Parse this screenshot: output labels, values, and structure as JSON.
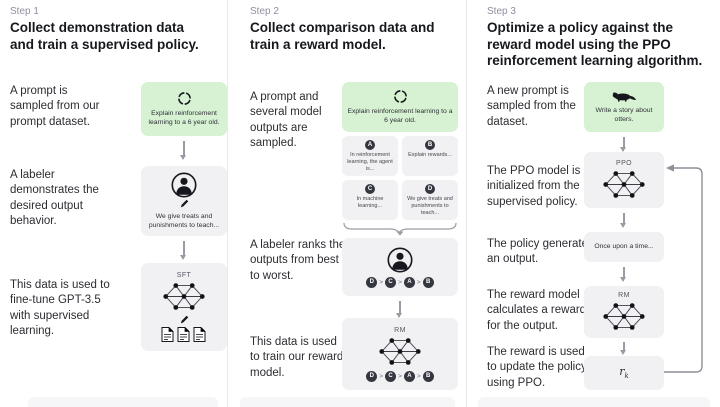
{
  "colors": {
    "green_box": "#d7f1d3",
    "gray_box": "#f1f1f4",
    "dark_circle": "#353740"
  },
  "step1": {
    "step_label": "Step 1",
    "title": "Collect demonstration data and train a supervised policy.",
    "caption_prompt": "A prompt is sampled from our prompt dataset.",
    "caption_labeler": "A labeler demonstrates the desired output behavior.",
    "caption_finetune": "This data is used to fine-tune GPT-3.5 with supervised learning.",
    "prompt_text": "Explain reinforcement learning to a 6 year old.",
    "labeler_text": "We give treats and punishments to teach...",
    "model_label": "SFT"
  },
  "step2": {
    "step_label": "Step 2",
    "title": "Collect comparison data and train a reward model.",
    "caption_sampled": "A prompt and several model outputs are sampled.",
    "caption_rank": "A labeler ranks the outputs from best to worst.",
    "caption_train": "This data is used to train our reward model.",
    "prompt_text": "Explain reinforcement learning to a 6 year old.",
    "outputs": [
      {
        "letter": "A",
        "text": "In reinforcement learning, the agent is..."
      },
      {
        "letter": "B",
        "text": "Explain rewards..."
      },
      {
        "letter": "C",
        "text": "In machine learning..."
      },
      {
        "letter": "D",
        "text": "We give treats and punishments to teach..."
      }
    ],
    "ranking": [
      "D",
      "C",
      "A",
      "B"
    ],
    "ranking_separator": ">",
    "model_label": "RM"
  },
  "step3": {
    "step_label": "Step 3",
    "title": "Optimize a policy against the reward model using the PPO reinforcement learning algorithm.",
    "caption_prompt": "A new prompt is sampled from the dataset.",
    "caption_init": "The PPO model is initialized from the supervised policy.",
    "caption_output": "The policy generates an output.",
    "caption_reward": "The reward model calculates a reward for the output.",
    "caption_update": "The reward is used to update the policy using PPO.",
    "prompt_text": "Write a story about otters.",
    "output_text": "Once upon a time...",
    "ppo_label": "PPO",
    "rm_label": "RM",
    "reward_symbol": "r",
    "reward_subscript": "k"
  }
}
